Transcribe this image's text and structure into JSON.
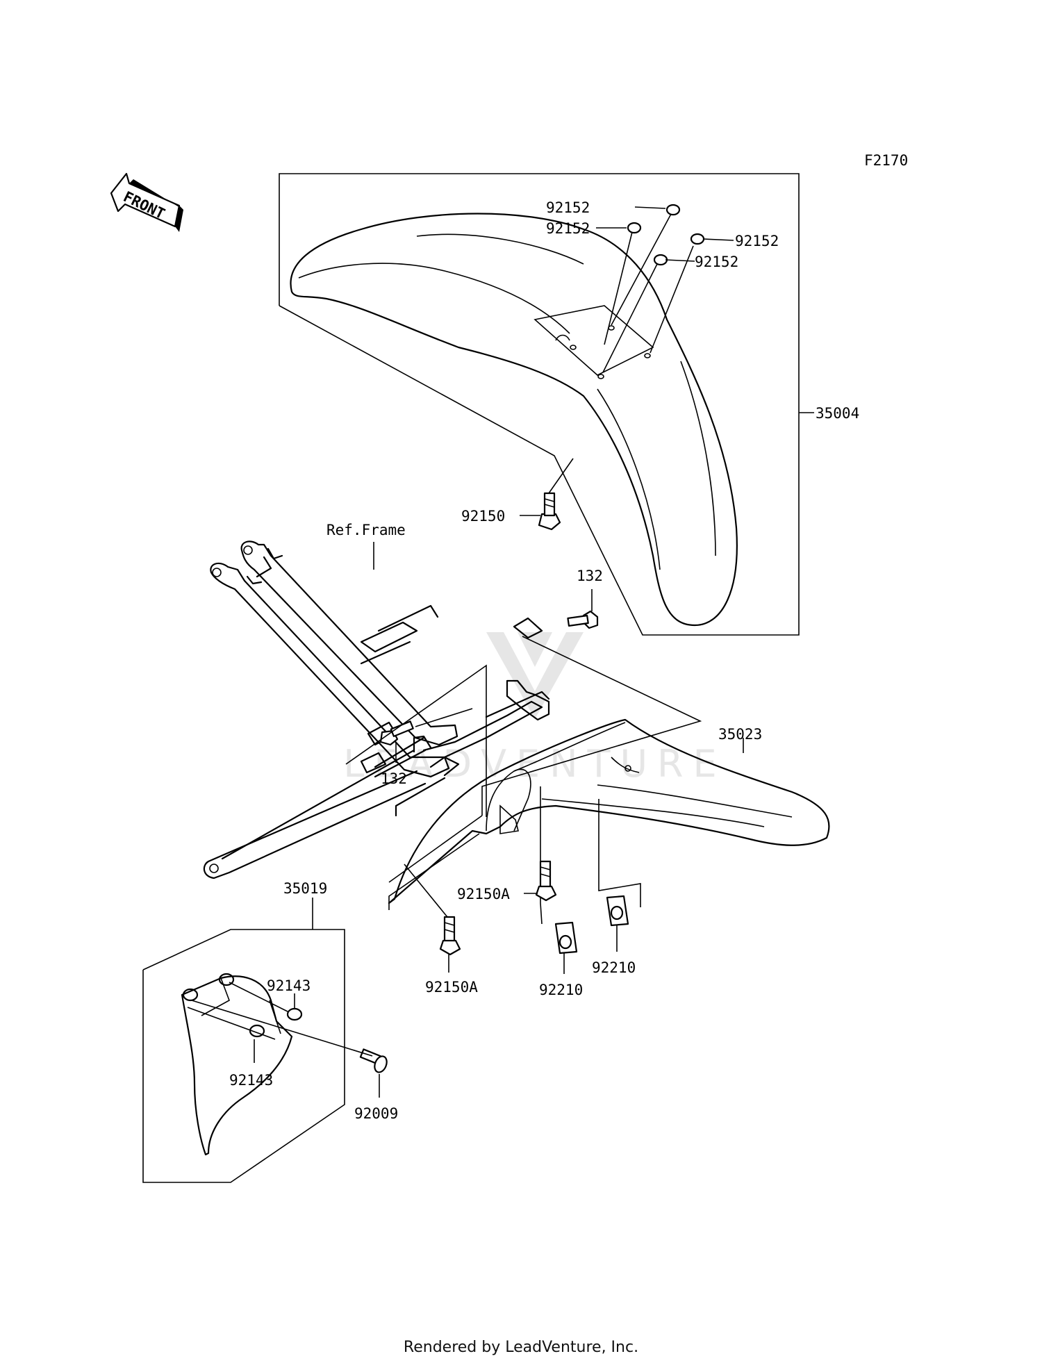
{
  "diagram_code": "F2170",
  "orientation_label": "FRONT",
  "watermark": "LEADVENTURE",
  "reference_label": "Ref.Frame",
  "parts": {
    "front_fender": "35004",
    "rear_fender": "35023",
    "mud_flap": "35019",
    "washer_top_right_upper": "92152",
    "washer_top_left": "92152",
    "washer_right_outer": "92152",
    "washer_right_inner": "92152",
    "front_fender_bolt": "92150",
    "frame_bolt_right": "132",
    "frame_bolt_left": "132",
    "rear_fender_bolt_upper": "92150A",
    "rear_fender_bolt_lower": "92150A",
    "nut_clip_left": "92210",
    "nut_clip_right": "92210",
    "flap_washer_upper": "92143",
    "flap_washer_lower": "92143",
    "flap_screw": "92009"
  },
  "footer": "Rendered by LeadVenture, Inc."
}
